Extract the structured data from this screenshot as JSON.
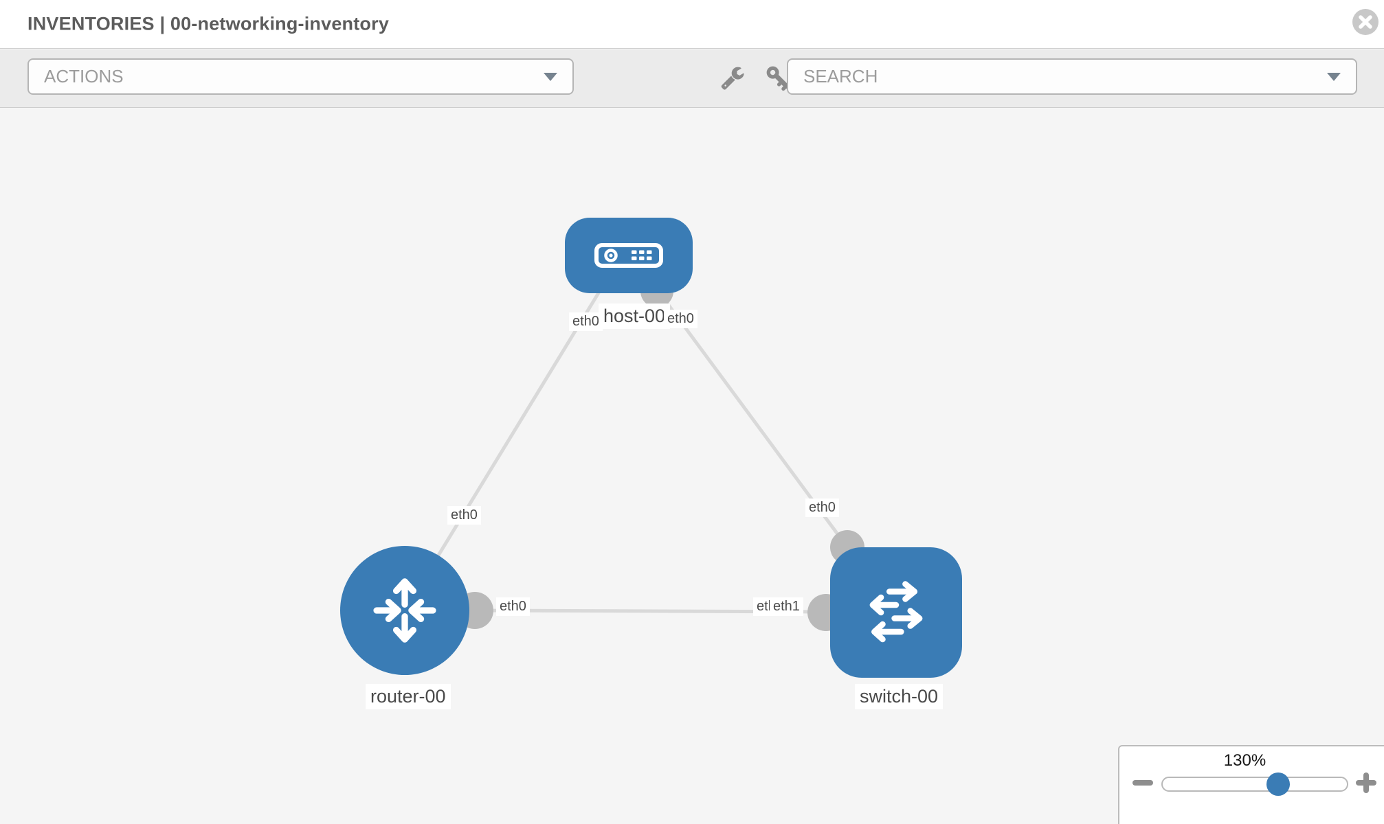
{
  "header": {
    "title": "INVENTORIES | 00-networking-inventory"
  },
  "toolbar": {
    "actions_placeholder": "ACTIONS",
    "search_placeholder": "SEARCH"
  },
  "icons": {
    "close": "x-in-circle",
    "wrench": "wrench",
    "key": "key",
    "dropdown_caret": "chevron-down",
    "zoom_out": "minus",
    "zoom_in": "plus",
    "host": "server",
    "router": "router-arrows",
    "switch": "switch-arrows"
  },
  "topology": {
    "nodes": [
      {
        "id": "host-00",
        "label": "host-00",
        "type": "host"
      },
      {
        "id": "router-00",
        "label": "router-00",
        "type": "router"
      },
      {
        "id": "switch-00",
        "label": "switch-00",
        "type": "switch"
      }
    ],
    "links": [
      {
        "source": "host-00",
        "target": "router-00",
        "source_interface": "eth0",
        "target_interface": "eth0"
      },
      {
        "source": "host-00",
        "target": "switch-00",
        "source_interface": "eth0",
        "target_interface": "eth0"
      },
      {
        "source": "router-00",
        "target": "switch-00",
        "source_interface": "eth0",
        "target_interface": "eth1"
      }
    ],
    "extra_interface_label": "eth0"
  },
  "zoom": {
    "level": "130%"
  },
  "colors": {
    "node_blue": "#3a7cb5",
    "link_gray": "#d9d9d9",
    "port_gray": "#b9b9b9"
  }
}
